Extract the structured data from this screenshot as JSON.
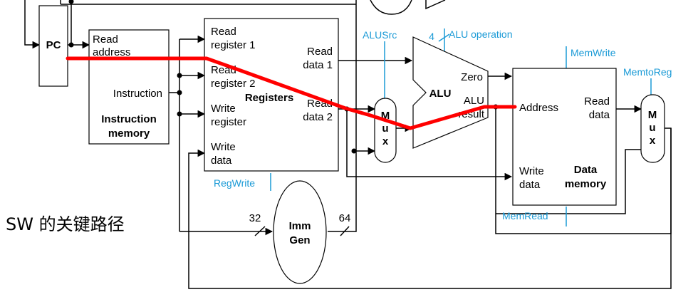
{
  "caption": "SW 的关键路径",
  "pc": {
    "label": "PC"
  },
  "instruction_memory": {
    "read_address": [
      "Read",
      "address"
    ],
    "instruction": "Instruction",
    "title": [
      "Instruction",
      "memory"
    ]
  },
  "registers": {
    "read_register_1": [
      "Read",
      "register 1"
    ],
    "read_register_2": [
      "Read",
      "register 2"
    ],
    "write_register": [
      "Write",
      "register"
    ],
    "write_data": [
      "Write",
      "data"
    ],
    "read_data_1": [
      "Read",
      "data 1"
    ],
    "read_data_2": [
      "Read",
      "data 2"
    ],
    "title": "Registers"
  },
  "imm_gen": {
    "title": [
      "Imm",
      "Gen"
    ],
    "in_width": "32",
    "out_width": "64"
  },
  "alu": {
    "title": "ALU",
    "zero": "Zero",
    "result": [
      "ALU",
      "result"
    ],
    "op_width": "4"
  },
  "data_memory": {
    "address": "Address",
    "read_data": [
      "Read",
      "data"
    ],
    "write_data": [
      "Write",
      "data"
    ],
    "title": [
      "Data",
      "memory"
    ]
  },
  "mux": {
    "letters": [
      "M",
      "u",
      "x"
    ]
  },
  "control_signals": {
    "reg_write": "RegWrite",
    "alu_src": "ALUSrc",
    "alu_operation": "ALU operation",
    "mem_write": "MemWrite",
    "mem_to_reg": "MemtoReg",
    "mem_read": "MemRead"
  }
}
